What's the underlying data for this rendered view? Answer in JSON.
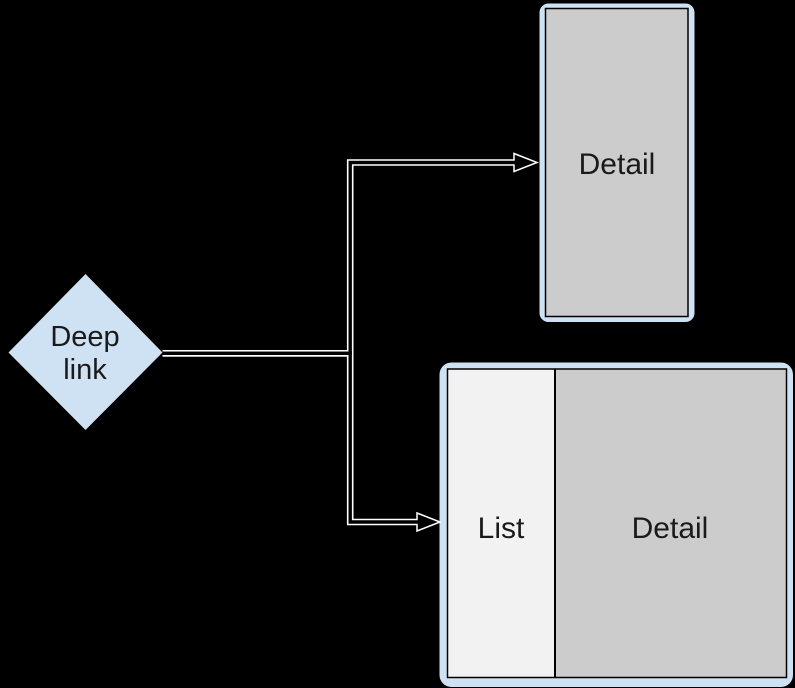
{
  "canvas": {
    "background": "#000000"
  },
  "colors": {
    "frame_blue": "#cfe2f3",
    "screen_gray": "#cccccc",
    "list_pane_gray": "#f2f2f2",
    "connector_white": "#ffffff",
    "connector_core": "#000000",
    "border_black": "#000000",
    "text_dark": "#1a1a1a"
  },
  "nodes": {
    "deep_link": {
      "line1": "Deep",
      "line2": "link"
    },
    "single_pane": {
      "label": "Detail"
    },
    "two_pane": {
      "list_label": "List",
      "detail_label": "Detail"
    }
  }
}
